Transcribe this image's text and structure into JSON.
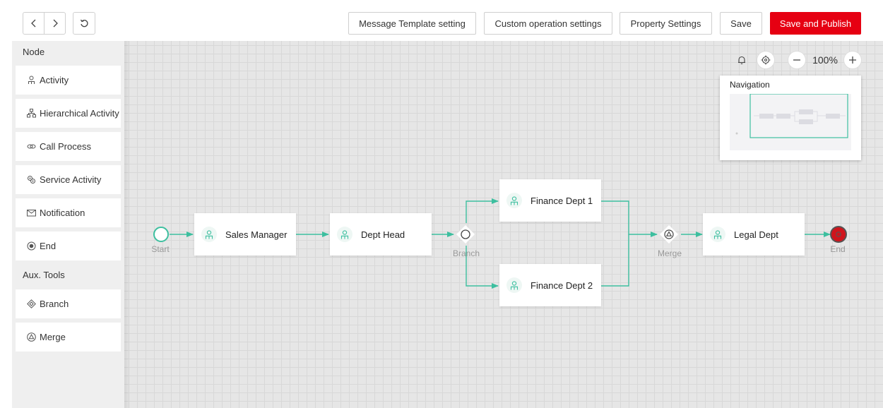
{
  "toolbar": {
    "message_template": "Message Template setting",
    "custom_operation": "Custom operation settings",
    "property_settings": "Property Settings",
    "save": "Save",
    "save_publish": "Save and Publish"
  },
  "sidebar": {
    "node_section": "Node",
    "node_items": [
      {
        "label": "Activity",
        "icon": "person-icon"
      },
      {
        "label": "Hierarchical Activity",
        "icon": "hierarchy-icon"
      },
      {
        "label": "Call Process",
        "icon": "link-icon"
      },
      {
        "label": "Service Activity",
        "icon": "gears-icon"
      },
      {
        "label": "Notification",
        "icon": "mail-icon"
      },
      {
        "label": "End",
        "icon": "end-circle-icon"
      }
    ],
    "aux_section": "Aux. Tools",
    "aux_items": [
      {
        "label": "Branch",
        "icon": "diamond-icon"
      },
      {
        "label": "Merge",
        "icon": "merge-icon"
      }
    ]
  },
  "canvas": {
    "zoom": "100%",
    "navigation_title": "Navigation",
    "labels": {
      "start": "Start",
      "branch": "Branch",
      "merge": "Merge",
      "end": "End"
    },
    "nodes": {
      "sales_manager": "Sales Manager",
      "dept_head": "Dept Head",
      "finance_1": "Finance Dept 1",
      "finance_2": "Finance Dept 2",
      "legal": "Legal Dept"
    }
  },
  "colors": {
    "accent_red": "#e60012",
    "flow_teal": "#3dbf9f",
    "end_red": "#d0141c"
  }
}
